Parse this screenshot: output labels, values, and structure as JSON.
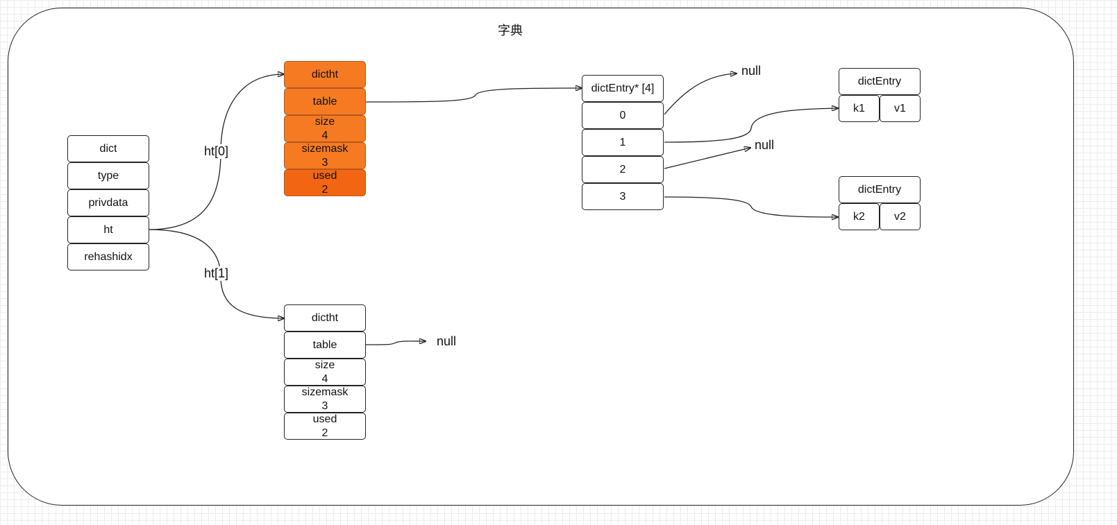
{
  "title": "字典",
  "dict": {
    "header": "dict",
    "fields": [
      "type",
      "privdata",
      "ht",
      "rehashidx"
    ]
  },
  "edge_labels": {
    "ht0": "ht[0]",
    "ht1": "ht[1]"
  },
  "ht0": {
    "header": "dictht",
    "table": "table",
    "size": {
      "name": "size",
      "value": "4"
    },
    "sizemask": {
      "name": "sizemask",
      "value": "3"
    },
    "used": {
      "name": "used",
      "value": "2"
    },
    "highlight_color": "#f57a22"
  },
  "ht1": {
    "header": "dictht",
    "table": "table",
    "size": {
      "name": "size",
      "value": "4"
    },
    "sizemask": {
      "name": "sizemask",
      "value": "3"
    },
    "used": {
      "name": "used",
      "value": "2"
    }
  },
  "bucket_array": {
    "header": "dictEntry* [4]",
    "indices": [
      "0",
      "1",
      "2",
      "3"
    ]
  },
  "nulls": {
    "bucket0": "null",
    "bucket2": "null",
    "ht1_table": "null"
  },
  "entries": [
    {
      "header": "dictEntry",
      "key": "k1",
      "value": "v1"
    },
    {
      "header": "dictEntry",
      "key": "k2",
      "value": "v2"
    }
  ]
}
